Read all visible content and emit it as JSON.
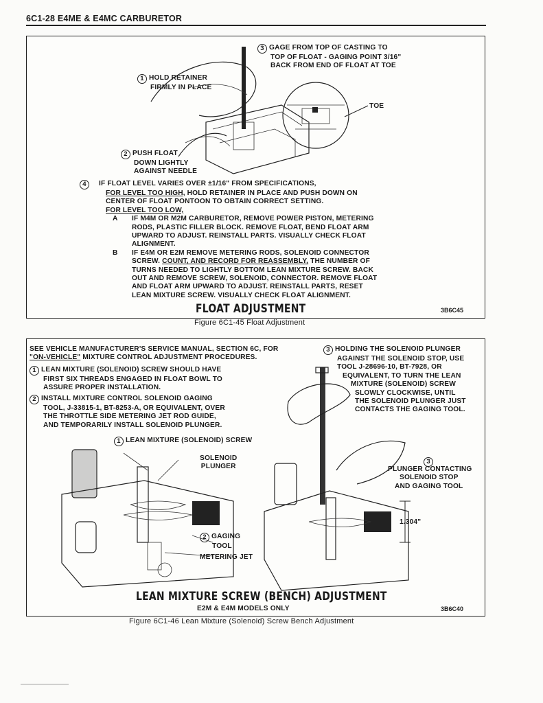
{
  "header": {
    "title": "6C1-28  E4ME & E4MC CARBURETOR"
  },
  "fig1": {
    "callout1": [
      "HOLD RETAINER",
      "FIRMLY IN PLACE"
    ],
    "callout2": [
      "PUSH FLOAT",
      "DOWN LIGHTLY",
      "AGAINST NEEDLE"
    ],
    "callout3": [
      "GAGE FROM TOP OF CASTING TO",
      "TOP OF FLOAT - GAGING POINT 3/16\"",
      "BACK FROM END OF FLOAT AT TOE"
    ],
    "toe_label": "TOE",
    "step4_line1": "IF FLOAT LEVEL VARIES OVER ±1/16\" FROM SPECIFICATIONS,",
    "too_high_label": "FOR LEVEL TOO HIGH,",
    "too_high_text": " HOLD RETAINER IN PLACE AND PUSH DOWN ON",
    "too_high_line2": "CENTER OF FLOAT PONTOON TO OBTAIN CORRECT SETTING.",
    "too_low_label": "FOR LEVEL TOO LOW,",
    "itemA_letter": "A",
    "itemA": [
      "IF M4M OR M2M CARBURETOR, REMOVE POWER PISTON, METERING",
      "RODS, PLASTIC FILLER BLOCK. REMOVE FLOAT, BEND FLOAT ARM",
      "UPWARD TO ADJUST. REINSTALL PARTS. VISUALLY CHECK FLOAT",
      "ALIGNMENT."
    ],
    "itemB_letter": "B",
    "itemB_line1": "IF E4M OR E2M REMOVE METERING RODS, SOLENOID CONNECTOR",
    "itemB_line2_pre": "SCREW. ",
    "itemB_line2_u": "COUNT, AND RECORD FOR REASSEMBLY,",
    "itemB_line2_post": " THE NUMBER OF",
    "itemB_rest": [
      "TURNS NEEDED TO LIGHTLY BOTTOM LEAN MIXTURE SCREW. BACK",
      "OUT AND REMOVE SCREW, SOLENOID, CONNECTOR. REMOVE FLOAT",
      "AND FLOAT ARM UPWARD TO ADJUST. REINSTALL PARTS, RESET",
      "LEAN MIXTURE SCREW. VISUALLY CHECK FLOAT ALIGNMENT."
    ],
    "title": "FLOAT ADJUSTMENT",
    "code": "3B6C45",
    "caption": "Figure 6C1-45 Float Adjustment"
  },
  "fig2": {
    "intro": [
      "SEE VEHICLE MANUFACTURER'S SERVICE MANUAL, SECTION 6C, FOR"
    ],
    "intro2_u": "\"ON-VEHICLE\"",
    "intro2_post": " MIXTURE CONTROL ADJUSTMENT PROCEDURES.",
    "step1": [
      "LEAN MIXTURE (SOLENOID) SCREW SHOULD HAVE",
      "FIRST SIX THREADS ENGAGED IN FLOAT BOWL TO",
      "ASSURE PROPER INSTALLATION."
    ],
    "step2": [
      "INSTALL MIXTURE CONTROL SOLENOID GAGING",
      "TOOL, J-33815-1, BT-8253-A, OR EQUIVALENT, OVER",
      "THE THROTTLE SIDE METERING JET ROD GUIDE,",
      "AND TEMPORARILY INSTALL SOLENOID PLUNGER."
    ],
    "step3": [
      "HOLDING THE SOLENOID PLUNGER",
      "AGAINST THE SOLENOID STOP, USE",
      "TOOL J-28696-10, BT-7928, OR",
      "EQUIVALENT, TO TURN THE LEAN",
      "MIXTURE (SOLENOID) SCREW",
      "SLOWLY CLOCKWISE, UNTIL",
      "THE SOLENOID PLUNGER JUST",
      "CONTACTS THE GAGING TOOL."
    ],
    "lbl_screw": "LEAN MIXTURE (SOLENOID) SCREW",
    "lbl_plunger": [
      "SOLENOID",
      "PLUNGER"
    ],
    "lbl_gaging": [
      "GAGING",
      "TOOL"
    ],
    "lbl_jet": "METERING JET",
    "lbl_contact": [
      "PLUNGER CONTACTING",
      "SOLENOID STOP",
      "AND GAGING TOOL"
    ],
    "dimension": "1.304\"",
    "title": "LEAN MIXTURE SCREW (BENCH) ADJUSTMENT",
    "subtitle": "E2M & E4M MODELS ONLY",
    "code": "3B6C40",
    "caption": "Figure 6C1-46 Lean Mixture (Solenoid) Screw Bench Adjustment"
  },
  "colors": {
    "ink": "#1a1a1a",
    "paper": "#fbfbf9"
  }
}
